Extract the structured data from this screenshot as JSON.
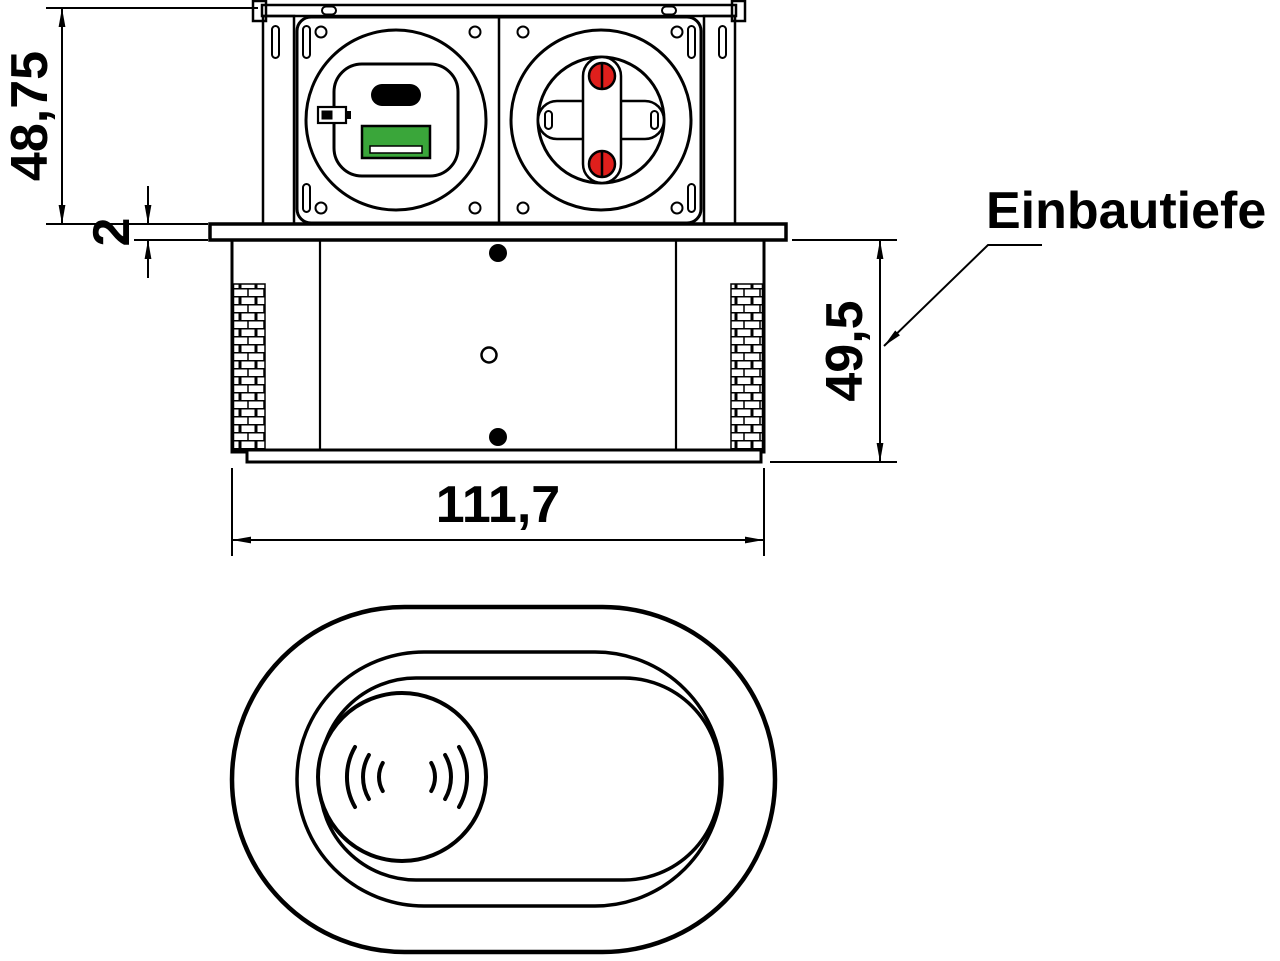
{
  "diagram": {
    "dimensions": {
      "top_height": "48,75",
      "plate_thickness": "2",
      "body_depth": "49,5",
      "width": "111,7"
    },
    "annotation": {
      "einbautiefe": "Einbautiefe"
    },
    "colors": {
      "line": "#000000",
      "background": "#ffffff",
      "screw_red": "#e01f1c",
      "usb_green": "#3aa63a",
      "usb_c_black": "#000000"
    },
    "icons": {
      "battery": "battery-icon",
      "press_waves": "sound-wave-icon"
    }
  }
}
